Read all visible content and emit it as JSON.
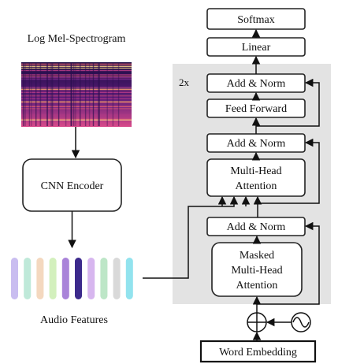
{
  "left": {
    "spectrogram_label": "Log Mel-Spectrogram",
    "encoder_label": "CNN Encoder",
    "features_label": "Audio Features",
    "feature_colors": [
      "#c9bdf0",
      "#bfe9d9",
      "#f4d8bf",
      "#d3f0bd",
      "#a983d9",
      "#3c2a8c",
      "#d7b6ef",
      "#bde6c7",
      "#d9d9d9",
      "#92e3ee"
    ]
  },
  "decoder": {
    "repeat_label": "2x",
    "softmax_label": "Softmax",
    "linear_label": "Linear",
    "add_norm_label": "Add & Norm",
    "feed_forward_label": "Feed Forward",
    "mha_label_line1": "Multi-Head",
    "mha_label_line2": "Attention",
    "masked_line1": "Masked",
    "masked_line2": "Multi-Head",
    "masked_line3": "Attention",
    "word_embedding_label": "Word Embedding"
  },
  "colors": {
    "panel": "#e3e3e3",
    "box_stroke": "#222222"
  }
}
